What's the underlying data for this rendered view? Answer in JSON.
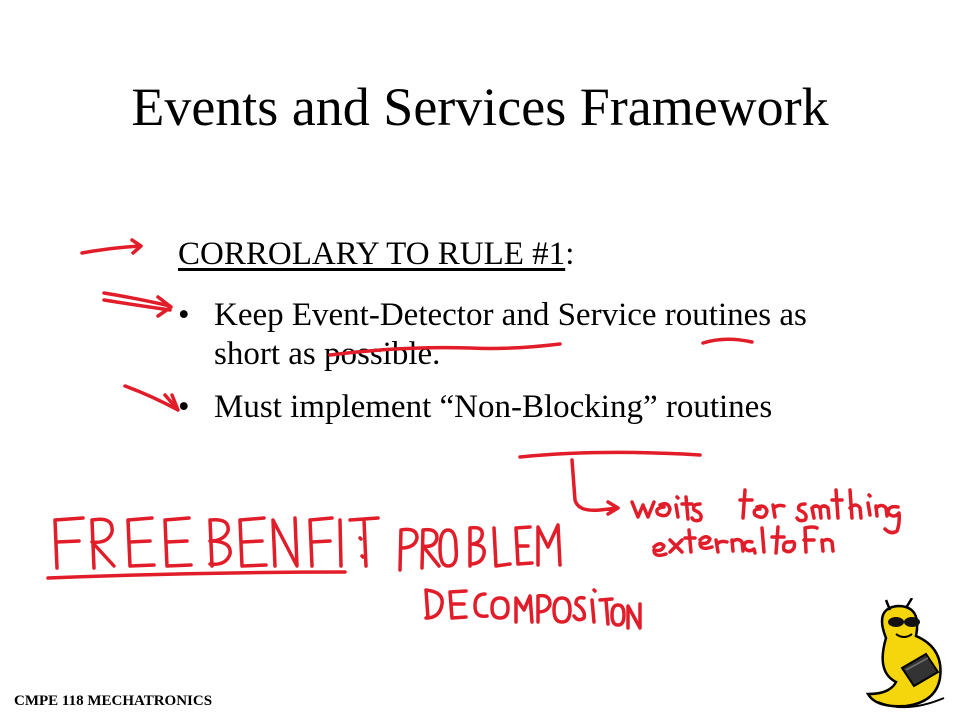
{
  "slide": {
    "title": "Events and Services Framework",
    "heading_text": "CORROLARY TO RULE #1",
    "heading_colon": ":",
    "bullets": [
      {
        "marker": "•",
        "text": "Keep Event-Detector and Service routines as short as possible."
      },
      {
        "marker": "•",
        "text": "Must implement “Non-Blocking” routines"
      }
    ],
    "footer": "CMPE 118 MECHATRONICS"
  },
  "annotations": {
    "color": "#e11d2a",
    "handwriting": [
      "FREE BENEFIT:",
      "PROBLEM",
      "DECOMPOSITION",
      "waits for something",
      "external to fn"
    ]
  },
  "mascot": {
    "icon": "banana-slug-mascot-icon"
  }
}
